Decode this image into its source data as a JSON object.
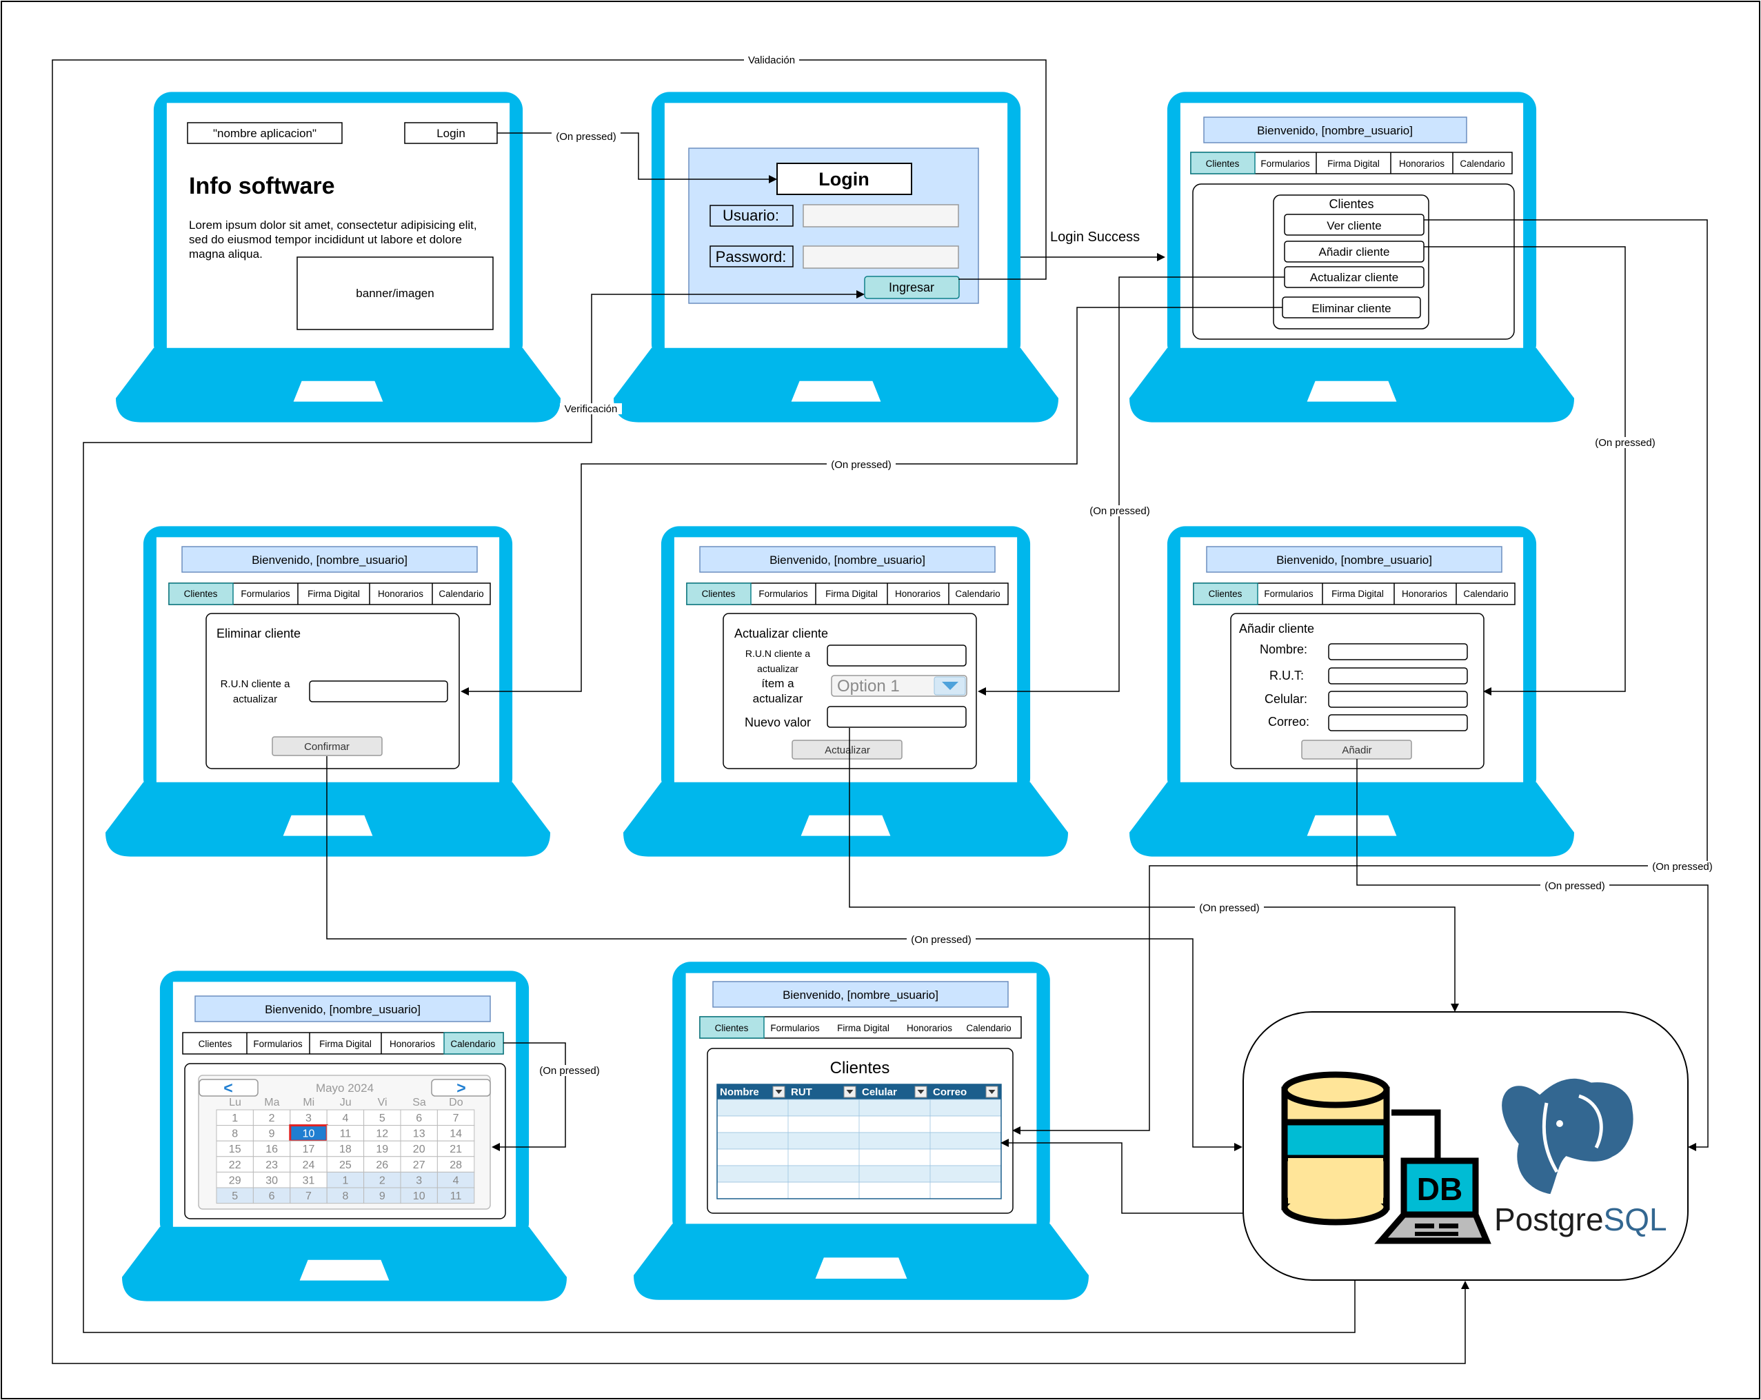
{
  "colors": {
    "laptop": "#00b7ec",
    "panel_blue": "#cce4ff",
    "tab_active": "#b0e3e6",
    "button_gray": "#e6e6e6",
    "db_yellow": "#ffe599",
    "db_cyan": "#00bcd4",
    "grid_header": "#1b5e8c",
    "grid_stripe": "#ddeef8",
    "calendar_today": "#1f7ed1",
    "postgres_blue": "#336791"
  },
  "landing": {
    "app_name": "\"nombre aplicacion\"",
    "login_button": "Login",
    "title": "Info software",
    "body": [
      "Lorem ipsum dolor sit amet, consectetur adipisicing elit,",
      "sed do eiusmod tempor incididunt ut labore et dolore",
      "magna aliqua."
    ],
    "banner": "banner/imagen"
  },
  "login": {
    "title": "Login",
    "user_label": "Usuario:",
    "pass_label": "Password:",
    "submit": "Ingresar"
  },
  "header": {
    "welcome": "Bienvenido, [nombre_usuario]",
    "tabs": [
      "Clientes",
      "Formularios",
      "Firma Digital",
      "Honorarios",
      "Calendario"
    ]
  },
  "clientes_menu": {
    "title": "Clientes",
    "items": [
      "Ver cliente",
      "Añadir cliente",
      "Actualizar cliente",
      "Eliminar cliente"
    ]
  },
  "eliminar": {
    "title": "Eliminar cliente",
    "field_label": [
      "R.U.N cliente a",
      "actualizar"
    ],
    "button": "Confirmar"
  },
  "actualizar": {
    "title": "Actualizar cliente",
    "run_label": [
      "R.U.N cliente a",
      "actualizar"
    ],
    "item_label": [
      "ítem a",
      "actualizar"
    ],
    "select_value": "Option 1",
    "value_label": "Nuevo valor",
    "button": "Actualizar"
  },
  "anadir": {
    "title": "Añadir cliente",
    "fields": [
      "Nombre:",
      "R.U.T:",
      "Celular:",
      "Correo:"
    ],
    "button": "Añadir"
  },
  "calendar": {
    "prev": "<",
    "next": ">",
    "month": "Mayo 2024",
    "weekdays": [
      "Lu",
      "Ma",
      "Mi",
      "Ju",
      "Vi",
      "Sa",
      "Do"
    ],
    "weeks": [
      [
        "1",
        "2",
        "3",
        "4",
        "5",
        "6",
        "7"
      ],
      [
        "8",
        "9",
        "10",
        "11",
        "12",
        "13",
        "14"
      ],
      [
        "15",
        "16",
        "17",
        "18",
        "19",
        "20",
        "21"
      ],
      [
        "22",
        "23",
        "24",
        "25",
        "26",
        "27",
        "28"
      ],
      [
        "29",
        "30",
        "31",
        "1",
        "2",
        "3",
        "4"
      ],
      [
        "5",
        "6",
        "7",
        "8",
        "9",
        "10",
        "11"
      ]
    ],
    "selected": "10"
  },
  "ver": {
    "title": "Clientes",
    "columns": [
      "Nombre",
      "RUT",
      "Celular",
      "Correo"
    ]
  },
  "database": {
    "badge": "DB",
    "postgres_name_a": "Postgre",
    "postgres_name_b": "SQL"
  },
  "edges": {
    "validacion": "Validación",
    "on_pressed": "(On pressed)",
    "login_success": "Login Success",
    "verificacion": "Verificación"
  }
}
